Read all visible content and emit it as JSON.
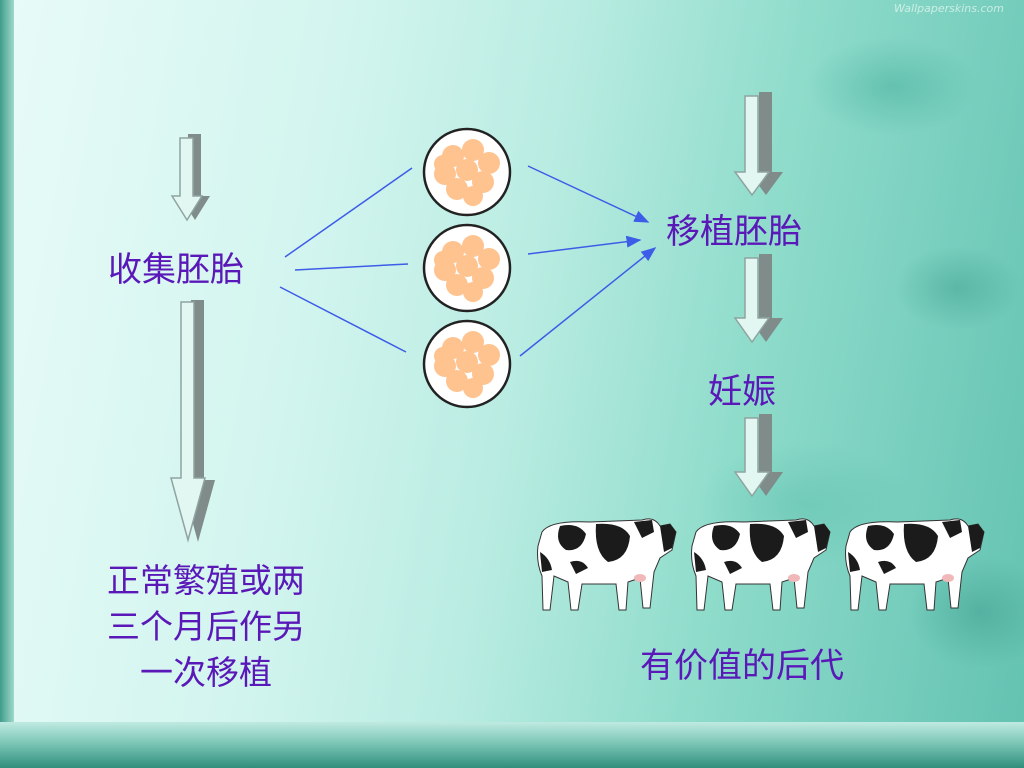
{
  "watermark": "Wallpaperskins.com",
  "labels": {
    "collect": "收集胚胎",
    "transfer": "移植胚胎",
    "pregnancy": "妊娠",
    "offspring": "有价值的后代",
    "donor_note": "正常繁殖或两\n三个月后作另\n一次移植"
  },
  "colors": {
    "label": "#5a18b8",
    "arrow_fill": "#e2f6f2",
    "arrow_shadow": "#7f8c8a",
    "line": "#3d5ce8",
    "cell": "#ffc38f",
    "cow_black": "#1b1b1b",
    "cow_white": "#ffffff"
  },
  "icons": [
    "down-arrow-icon",
    "embryo-icon",
    "cow-icon"
  ]
}
